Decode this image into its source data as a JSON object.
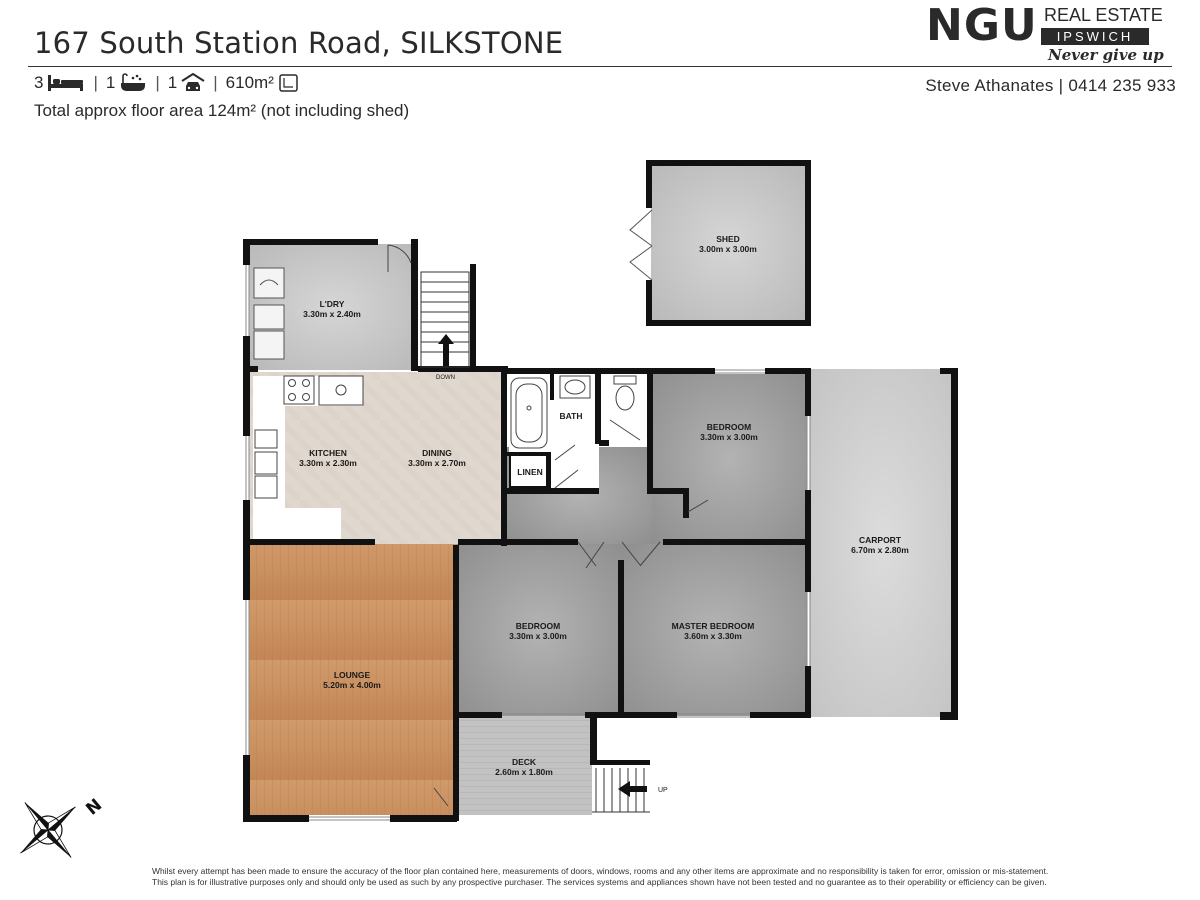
{
  "header": {
    "address": "167 South Station Road, SILKSTONE",
    "beds": "3",
    "baths": "1",
    "cars": "1",
    "land": "610m²",
    "floor_area": "Total approx floor area 124m² (not including shed)",
    "agent": "Steve Athanates | 0414 235 933"
  },
  "logo": {
    "brand": "NGU",
    "line1": "REAL ESTATE",
    "line2": "IPSWICH",
    "tagline": "Never give up"
  },
  "rooms": {
    "shed": {
      "name": "SHED",
      "dims": "3.00m  x 3.00m"
    },
    "laundry": {
      "name": "L'DRY",
      "dims": "3.30m  x 2.40m"
    },
    "kitchen": {
      "name": "KITCHEN",
      "dims": "3.30m  x 2.30m"
    },
    "dining": {
      "name": "DINING",
      "dims": "3.30m  x 2.70m"
    },
    "bath": {
      "name": "BATH"
    },
    "linen": {
      "name": "LINEN"
    },
    "bedroom_ne": {
      "name": "BEDROOM",
      "dims": "3.30m  x 3.00m"
    },
    "carport": {
      "name": "CARPORT",
      "dims": "6.70m  x 2.80m"
    },
    "lounge": {
      "name": "LOUNGE",
      "dims": "5.20m  x 4.00m"
    },
    "bedroom_c": {
      "name": "BEDROOM",
      "dims": "3.30m  x 3.00m"
    },
    "master": {
      "name": "MASTER BEDROOM",
      "dims": "3.60m  x 3.30m"
    },
    "deck": {
      "name": "DECK",
      "dims": "2.60m  x 1.80m"
    }
  },
  "stairs": {
    "down": "DOWN",
    "up": "UP"
  },
  "compass": {
    "north": "N"
  },
  "disclaimer": {
    "line1": "Whilst every attempt has been made to ensure the accuracy of the floor plan contained here, measurements of doors, windows, rooms and any other items are approximate and no responsibility is taken for error, omission or mis-statement.",
    "line2": "This plan is for illustrative purposes only and should only be used as such by any prospective purchaser. The services systems and appliances shown have not been tested and no guarantee as to their operability or efficiency can be given."
  },
  "colors": {
    "wall": "#111111",
    "concrete": "#c9c9c9",
    "carpet": "#9e9e9e",
    "timber": "#c98f5f",
    "tile": "#ddd5cc",
    "carport": "#d3d3d3",
    "deck": "#bfbfbf"
  }
}
